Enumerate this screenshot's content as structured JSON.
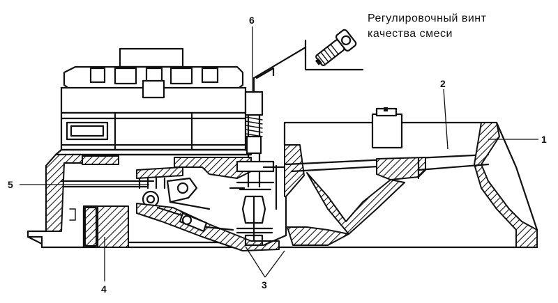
{
  "caption": {
    "line1": "Регулировочный винт",
    "line2": "качества смеси"
  },
  "labels": {
    "l1": "1",
    "l2": "2",
    "l3": "3",
    "l4": "4",
    "l5": "5",
    "l6": "6"
  }
}
